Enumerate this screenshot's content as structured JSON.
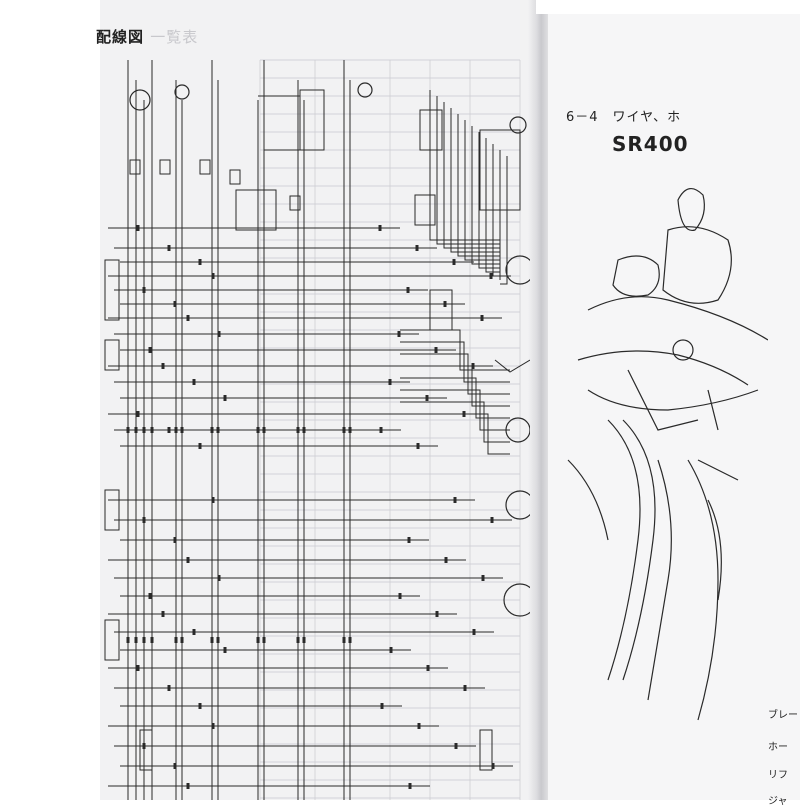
{
  "left_page": {
    "title": "配線図",
    "title_faint": "一覧表"
  },
  "right_page": {
    "section_heading": "6－4　ワイヤ、ホ",
    "model": "SR400",
    "side_labels": [
      "ブレー",
      "ホー",
      "リフ",
      "ジャ"
    ]
  },
  "colors": {
    "paper": "#f2f2f3",
    "ink": "#2a2a2a",
    "faint_ink": "#c8c8cc"
  }
}
